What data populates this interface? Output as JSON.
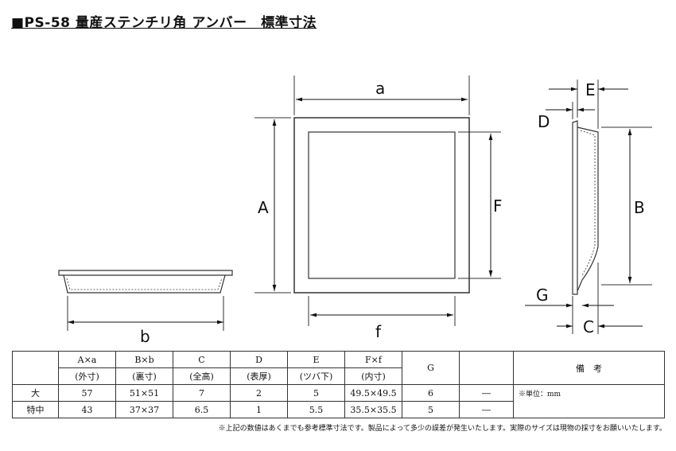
{
  "title": "■PS-58 量産ステンチリ角 アンバー　標準寸法",
  "labels": {
    "a": "a",
    "A": "A",
    "F": "F",
    "f": "f",
    "b": "b",
    "B": "B",
    "D": "D",
    "E": "E",
    "G": "G",
    "C": "C"
  },
  "table": {
    "headers": [
      {
        "top": "A×a",
        "bottom": "(外寸)"
      },
      {
        "top": "B×b",
        "bottom": "(裏寸)"
      },
      {
        "top": "C",
        "bottom": "(全高)"
      },
      {
        "top": "D",
        "bottom": "(表厚)"
      },
      {
        "top": "E",
        "bottom": "(ツバ下)"
      },
      {
        "top": "F×f",
        "bottom": "(内寸)"
      },
      {
        "top": "G",
        "bottom": ""
      },
      {
        "top": "",
        "bottom": ""
      },
      {
        "top": "備　考",
        "bottom": ""
      }
    ],
    "rows": [
      {
        "name": "大",
        "values": [
          "57",
          "51×51",
          "7",
          "2",
          "5",
          "49.5×49.5",
          "6",
          "―"
        ]
      },
      {
        "name": "特中",
        "values": [
          "43",
          "37×37",
          "6.5",
          "1",
          "5.5",
          "35.5×35.5",
          "5",
          "―"
        ]
      }
    ],
    "remark": "※単位：mm"
  },
  "note": "※上記の数値はあくまでも参考標準寸法です。製品によって多少の誤差が発生いたします。実際のサイズは現物の採寸をお願いいたします。"
}
